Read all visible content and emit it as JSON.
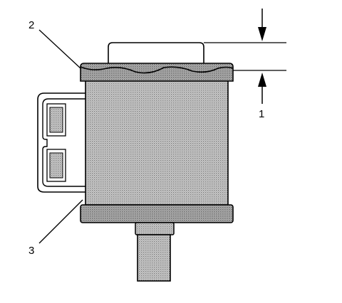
{
  "callouts": [
    {
      "id": "1",
      "label": "1"
    },
    {
      "id": "2",
      "label": "2"
    },
    {
      "id": "3",
      "label": "3"
    }
  ],
  "colors": {
    "line": "#000000",
    "shade_dark": "#8a8a8a",
    "shade_light": "#c9c9c9",
    "background": "#ffffff"
  },
  "icons": [
    "down-arrow-icon",
    "up-arrow-icon"
  ]
}
